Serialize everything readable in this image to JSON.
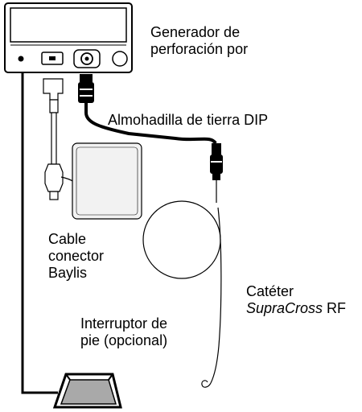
{
  "labels": {
    "generator_line1": "Generador de",
    "generator_line2": "perforación por",
    "ground_pad": "Almohadilla de tierra DIP",
    "cable_line1": "Cable",
    "cable_line2": "conector",
    "cable_line3": "Baylis",
    "catheter_line1": "Catéter",
    "catheter_italic": "SupraCross",
    "catheter_suffix": " RF",
    "footswitch_line1": "Interruptor de",
    "footswitch_line2": "pie (opcional)"
  },
  "colors": {
    "stroke": "#000000",
    "panel_fill": "#ffffff",
    "pad_fill": "#f2f2f2",
    "pedal_fill": "#a9a9a9"
  }
}
